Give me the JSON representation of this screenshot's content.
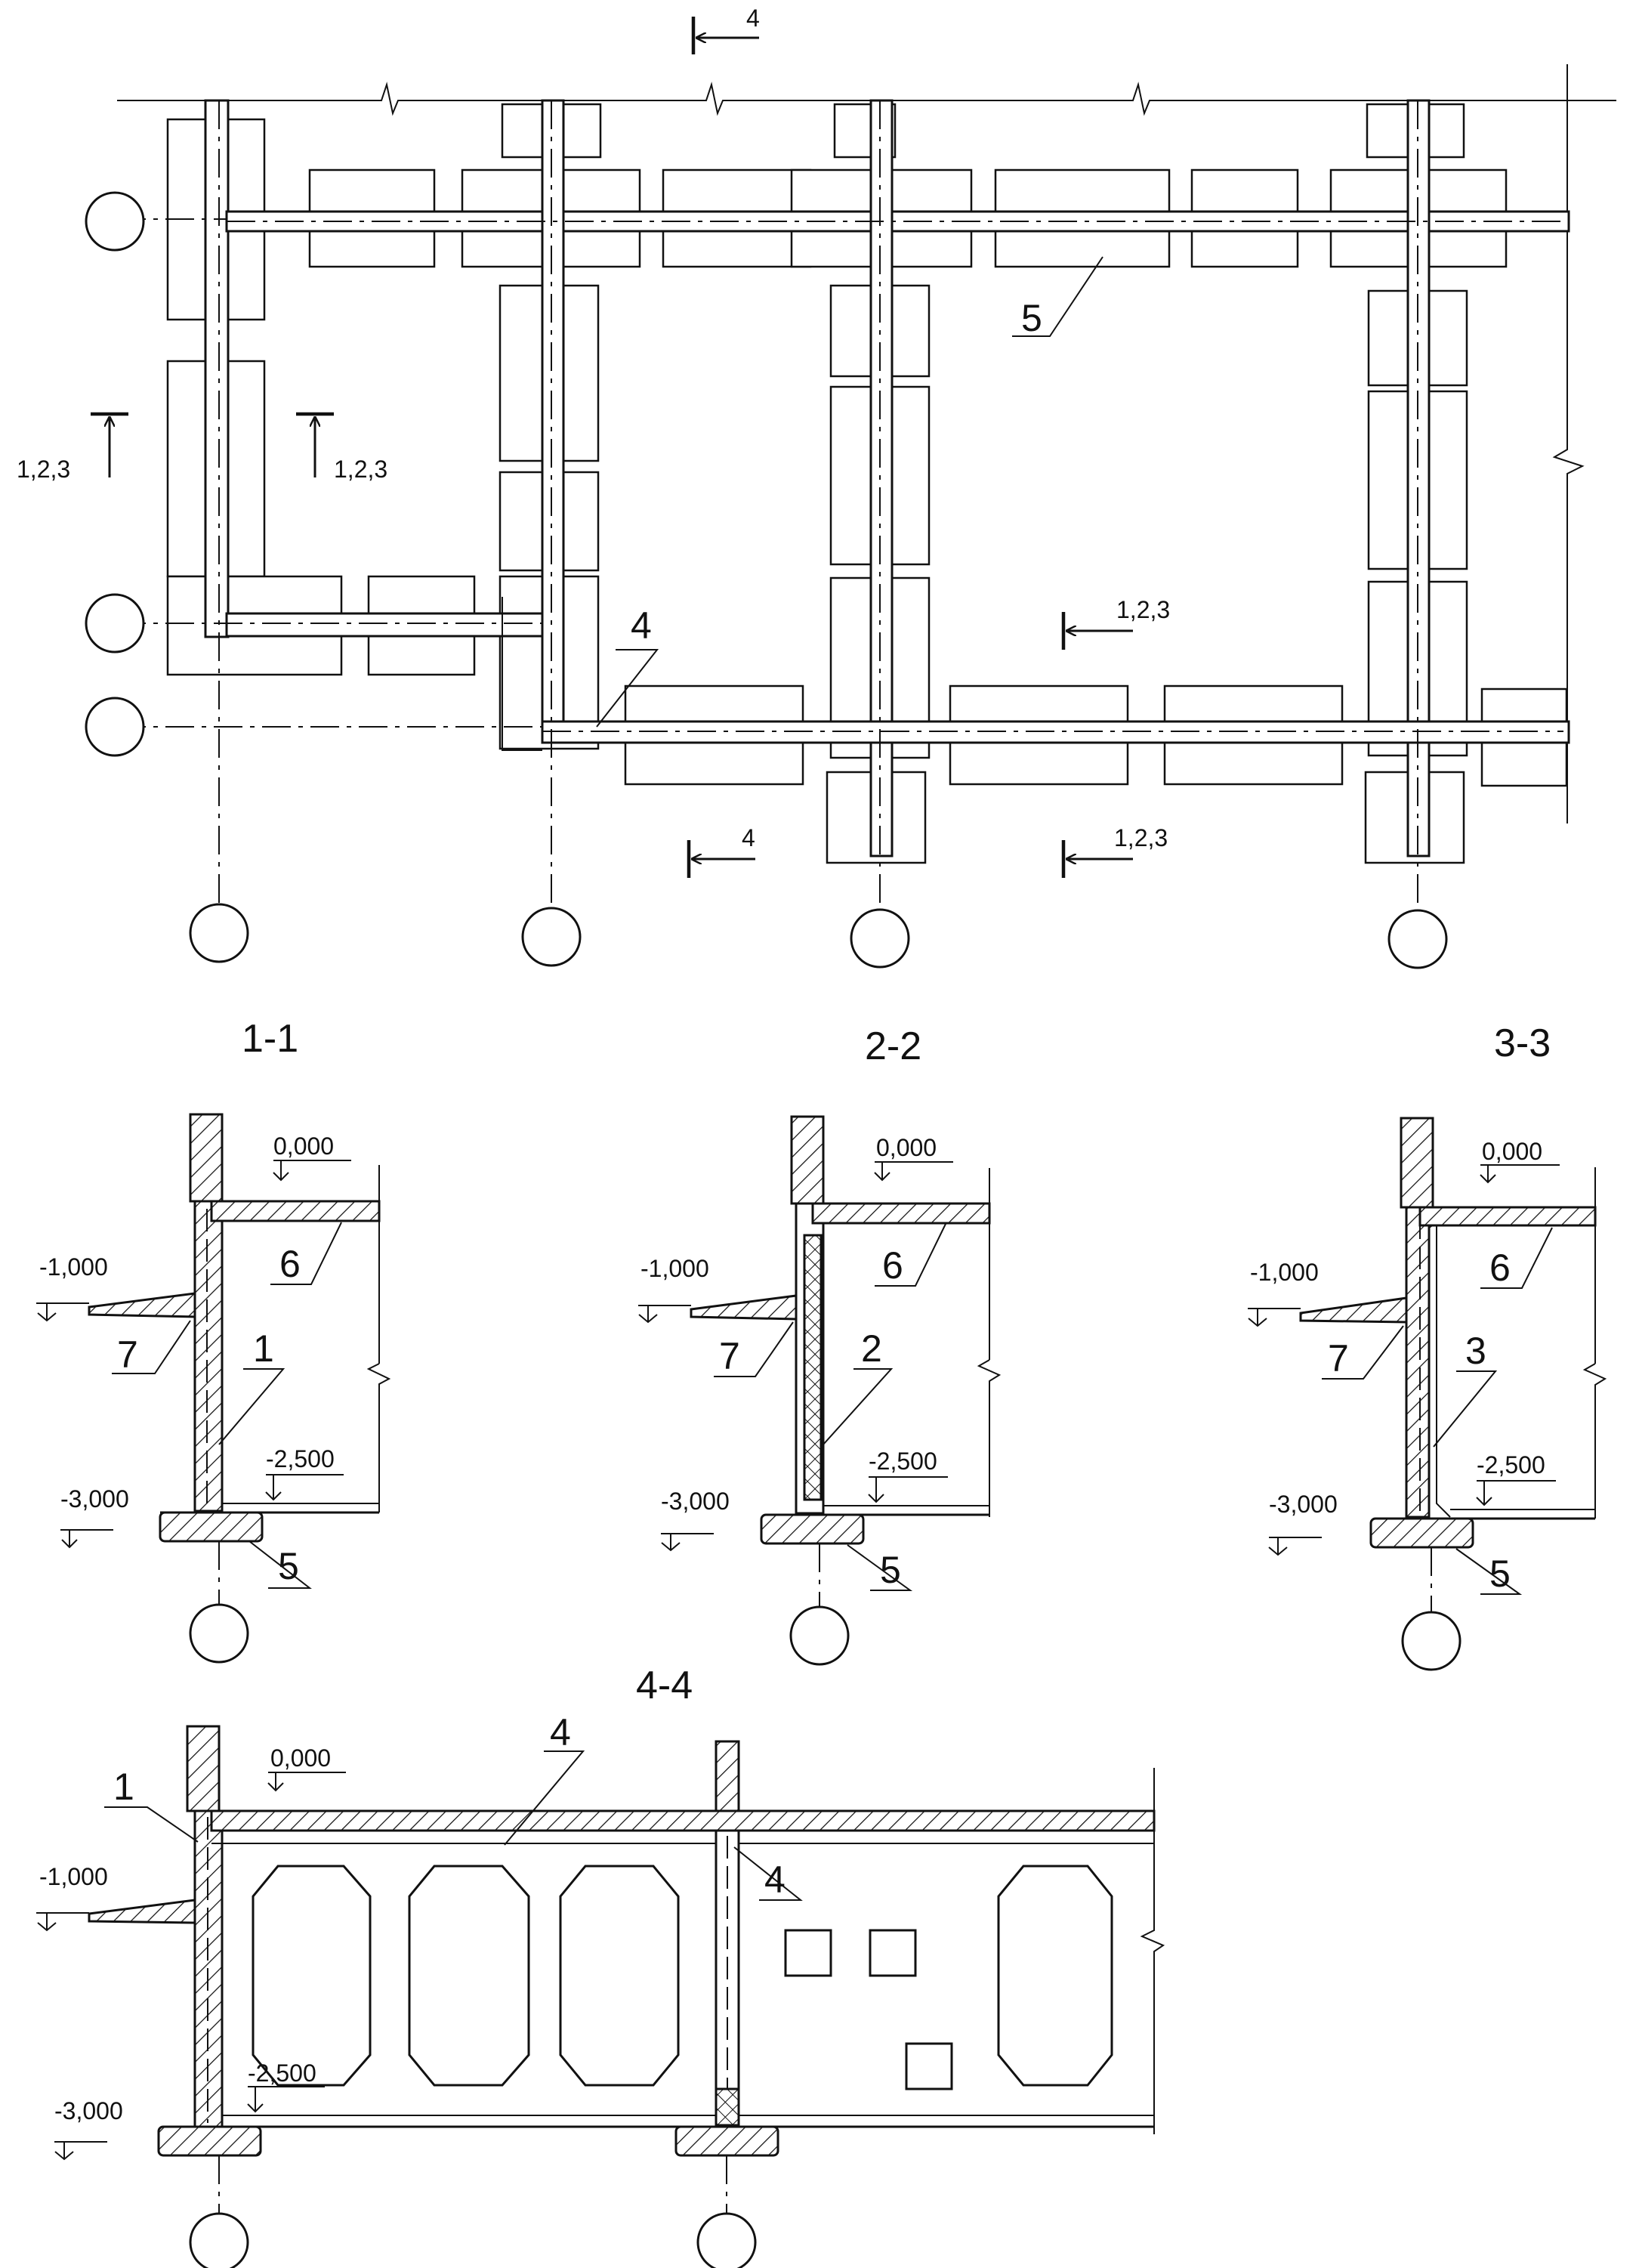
{
  "plan": {
    "section_marks": {
      "top_4": "4",
      "bottom_4": "4",
      "left_123_a": "1,2,3",
      "left_123_b": "1,2,3",
      "mid_123": "1,2,3",
      "bottom_123": "1,2,3"
    },
    "callouts": {
      "beam": "5",
      "joint": "4"
    }
  },
  "sections": [
    {
      "title": "1-1",
      "levels": {
        "top": "0,000",
        "ground": "-1,000",
        "floor": "-2,500",
        "footing": "-3,000"
      },
      "callouts": {
        "slab": "6",
        "blind_area": "7",
        "wall": "1",
        "footing": "5"
      }
    },
    {
      "title": "2-2",
      "levels": {
        "top": "0,000",
        "ground": "-1,000",
        "floor": "-2,500",
        "footing": "-3,000"
      },
      "callouts": {
        "slab": "6",
        "blind_area": "7",
        "wall": "2",
        "footing": "5"
      }
    },
    {
      "title": "3-3",
      "levels": {
        "top": "0,000",
        "ground": "-1,000",
        "floor": "-2,500",
        "footing": "-3,000"
      },
      "callouts": {
        "slab": "6",
        "blind_area": "7",
        "wall": "3",
        "footing": "5"
      }
    }
  ],
  "section44": {
    "title": "4-4",
    "levels": {
      "top": "0,000",
      "ground": "-1,000",
      "floor": "-2,500",
      "footing": "-3,000"
    },
    "callouts": {
      "wall": "1",
      "panel": "4",
      "joint": "4"
    }
  }
}
